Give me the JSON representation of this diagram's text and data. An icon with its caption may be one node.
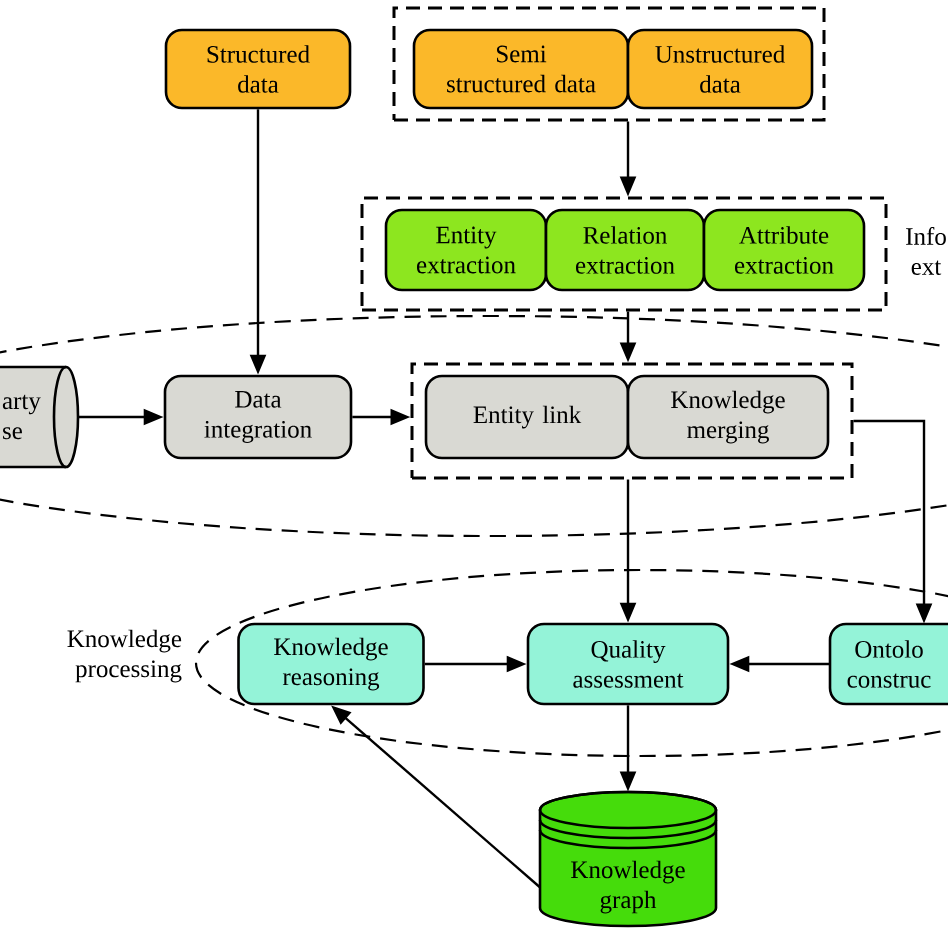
{
  "diagram": {
    "nodes": [
      {
        "text": [
          "Structured data"
        ]
      },
      {
        "text": [],
        "shape": "box"
      },
      {
        "text": [
          "Semi structured data"
        ],
        "in": 1
      },
      {
        "text": [
          "Unstructured data"
        ],
        "in": 1
      },
      {
        "text": [
          "Info ext"
        ]
      },
      {
        "text": [
          "Entity extraction"
        ],
        "in": 4
      },
      {
        "text": [
          "Relation extraction"
        ],
        "in": 4
      },
      {
        "text": [
          "Attribute extraction"
        ],
        "in": 4
      },
      {
        "text": [],
        "shape": "ellipse"
      },
      {
        "text": [
          "arty se"
        ],
        "in": 8
      },
      {
        "text": [
          "Data integration"
        ],
        "in": 8
      },
      {
        "text": [],
        "shape": "box",
        "in": 8
      },
      {
        "text": [
          "Entity link"
        ],
        "in": 11
      },
      {
        "text": [
          "Knowledge merging"
        ],
        "in": 11
      },
      {
        "text": [
          "Knowledge processing"
        ]
      },
      {
        "text": [
          "Knowledge reasoning"
        ],
        "in": 14
      },
      {
        "text": [
          "Quality assessment"
        ],
        "in": 14
      },
      {
        "text": [
          "Ontolo construc"
        ],
        "in": 14
      },
      {
        "text": [
          "Knowledge graph"
        ]
      }
    ],
    "edges": [
      {
        "from": 1,
        "to": 4,
        "arrow": "to"
      },
      {
        "from": 0,
        "to": 10,
        "arrow": "to"
      },
      {
        "from": 9,
        "to": 10,
        "arrow": "to"
      },
      {
        "from": 10,
        "to": 11,
        "arrow": "to"
      },
      {
        "from": 4,
        "to": 11,
        "arrow": "to"
      },
      {
        "from": 11,
        "to": 16,
        "arrow": "to"
      },
      {
        "from": 11,
        "to": 17,
        "arrow": "to"
      },
      {
        "from": 15,
        "to": 16,
        "arrow": "to"
      },
      {
        "from": 17,
        "to": 16,
        "arrow": "to"
      },
      {
        "from": 16,
        "to": 18,
        "arrow": "to"
      },
      {
        "from": 18,
        "to": 15,
        "arrow": "to"
      }
    ]
  }
}
